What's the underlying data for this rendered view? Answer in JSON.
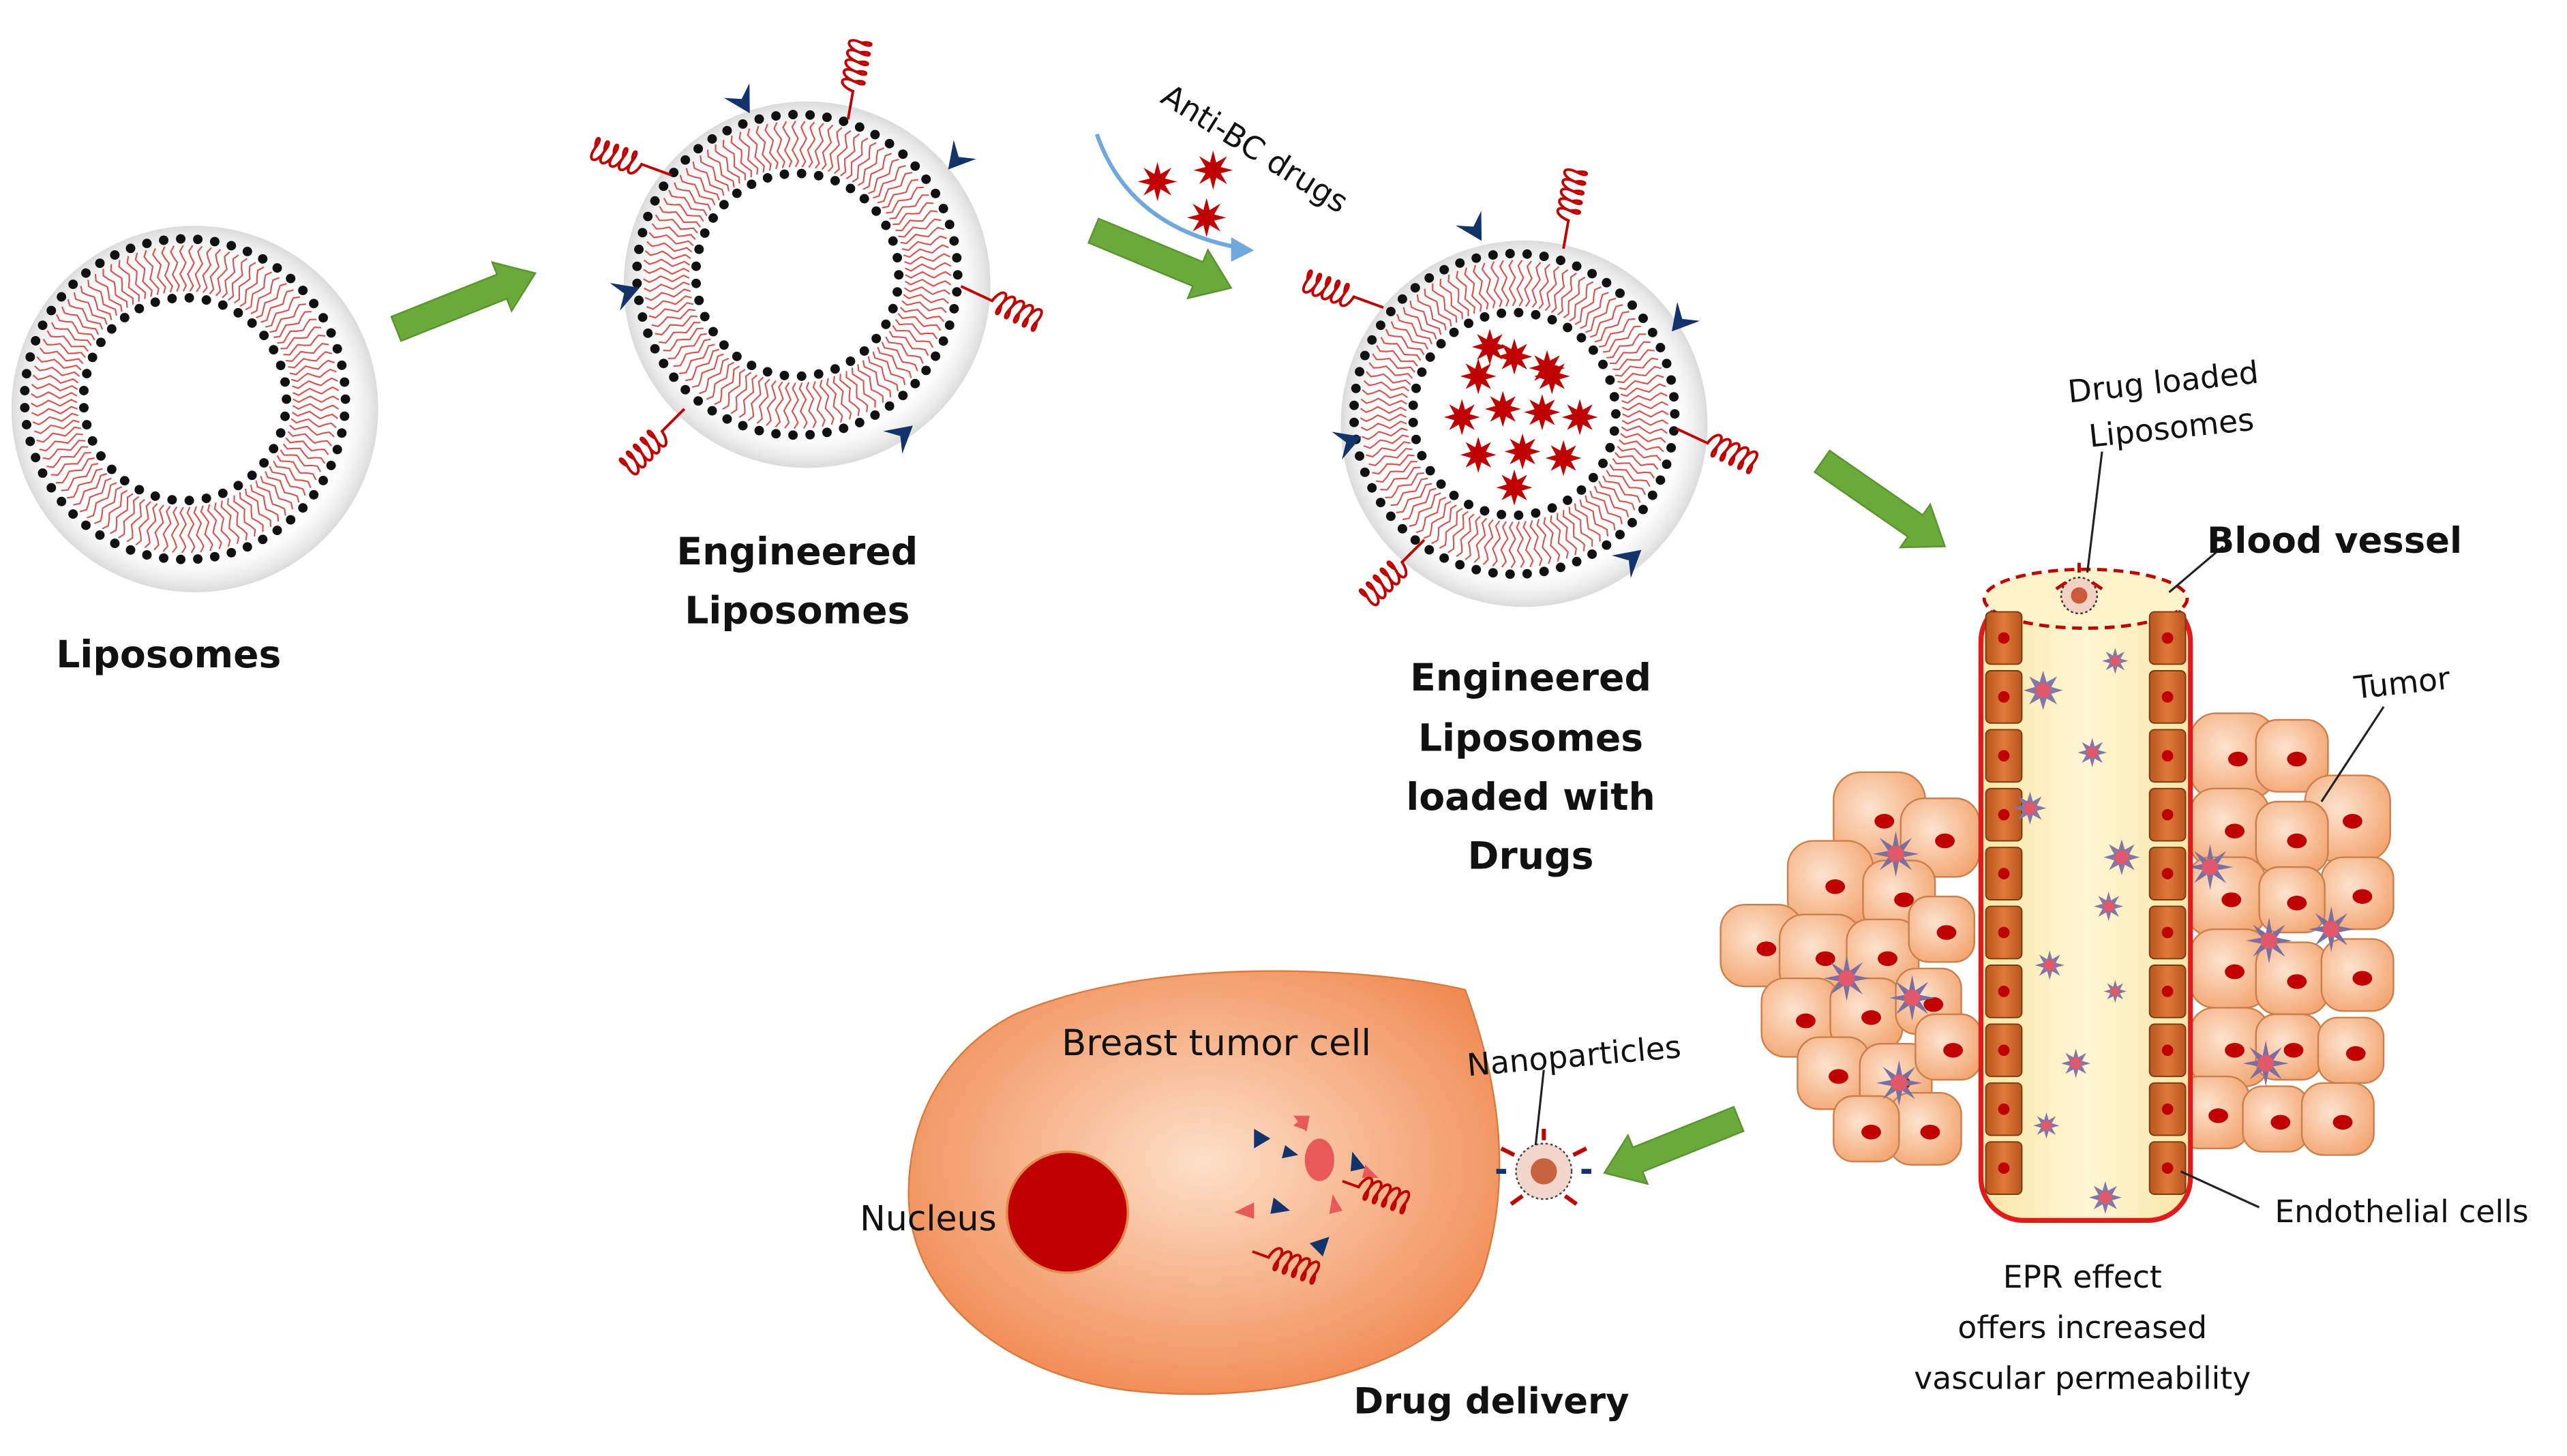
{
  "labels": {
    "liposomes": "Liposomes",
    "engineered_line1": "Engineered",
    "engineered_line2": "Liposomes",
    "loaded_line1": "Engineered",
    "loaded_line2": "Liposomes",
    "loaded_line3": "loaded with",
    "loaded_line4": "Drugs",
    "anti_bc_drugs": "Anti-BC drugs",
    "drug_loaded_line1": "Drug loaded",
    "drug_loaded_line2": "Liposomes",
    "blood_vessel": "Blood vessel",
    "tumor": "Tumor",
    "endothelial_cells": "Endothelial cells",
    "epr_line1": "EPR effect",
    "epr_line2": "offers increased",
    "epr_line3": "vascular permeability",
    "breast_tumor_cell": "Breast tumor cell",
    "nucleus": "Nucleus",
    "nanoparticles": "Nanoparticles",
    "drug_delivery": "Drug delivery"
  },
  "colors": {
    "arrow": "#6aaa3a",
    "lipid_head": "#111111",
    "lipid_tail": "#d9534f",
    "ligand": "#13336b",
    "peptide": "#c00000",
    "drug": "#c00000",
    "vessel_fill": "#fdf1c4",
    "vessel_border": "#e11b1b",
    "tumor_cell": "#f6b98f",
    "tumor_nucleus": "#c00000",
    "nano_star": "#e0586a",
    "nucleus": "#c00000",
    "cell_body": "#f4a070"
  }
}
